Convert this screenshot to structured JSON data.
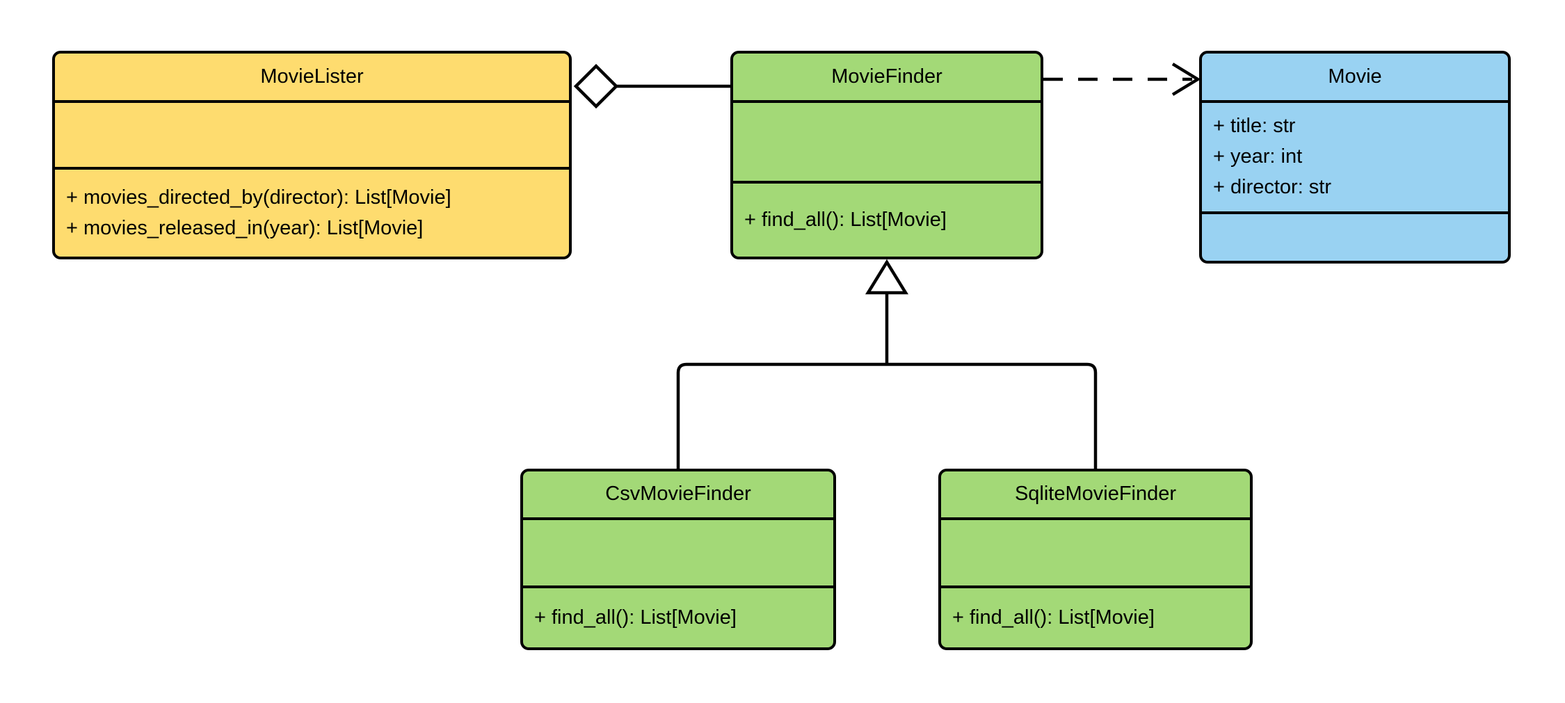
{
  "diagram": {
    "type": "uml-class-diagram",
    "classes": [
      {
        "name": "MovieLister",
        "attributes": [],
        "methods": [
          "+ movies_directed_by(director): List[Movie]",
          "+ movies_released_in(year): List[Movie]"
        ],
        "fill": "#FEDC6F"
      },
      {
        "name": "MovieFinder",
        "attributes": [],
        "methods": [
          "+ find_all(): List[Movie]"
        ],
        "fill": "#A3D977"
      },
      {
        "name": "Movie",
        "attributes": [
          "+ title: str",
          "+ year: int",
          "+ director: str"
        ],
        "methods": [],
        "fill": "#99D2F2"
      },
      {
        "name": "CsvMovieFinder",
        "attributes": [],
        "methods": [
          "+ find_all(): List[Movie]"
        ],
        "fill": "#A3D977"
      },
      {
        "name": "SqliteMovieFinder",
        "attributes": [],
        "methods": [
          "+ find_all(): List[Movie]"
        ],
        "fill": "#A3D977"
      }
    ],
    "relationships": [
      {
        "type": "aggregation",
        "owner": "MovieLister",
        "part": "MovieFinder",
        "marker": "hollow-diamond",
        "line": "solid"
      },
      {
        "type": "dependency",
        "from": "MovieFinder",
        "to": "Movie",
        "marker": "open-arrow",
        "line": "dashed"
      },
      {
        "type": "generalization",
        "from": "CsvMovieFinder",
        "to": "MovieFinder",
        "marker": "hollow-triangle",
        "line": "solid"
      },
      {
        "type": "generalization",
        "from": "SqliteMovieFinder",
        "to": "MovieFinder",
        "marker": "hollow-triangle",
        "line": "solid"
      }
    ],
    "colors": {
      "yellow": "#FEDC6F",
      "green": "#A3D977",
      "blue": "#99D2F2",
      "stroke": "#000000",
      "background": "#FFFFFF"
    }
  }
}
